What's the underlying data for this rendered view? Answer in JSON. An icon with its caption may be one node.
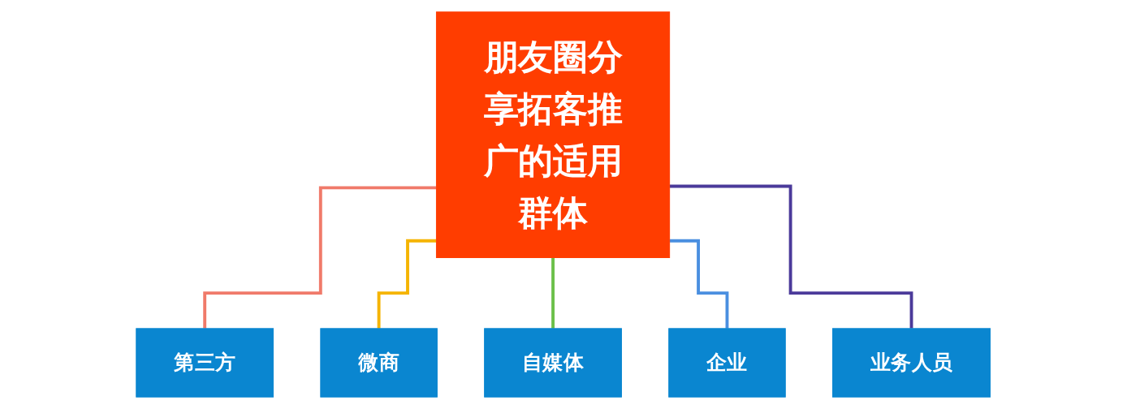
{
  "diagram": {
    "nodes": [
      {
        "text": [
          "朋友圈分享拓客推广的适用群体"
        ]
      },
      {
        "text": [
          "第三方"
        ]
      },
      {
        "text": [
          "微商"
        ]
      },
      {
        "text": [
          "自媒体"
        ]
      },
      {
        "text": [
          "企业"
        ]
      },
      {
        "text": [
          "业务人员"
        ]
      }
    ],
    "edges": [
      {
        "from": 0,
        "to": 1,
        "arrow": "none",
        "color": "#f07a6a"
      },
      {
        "from": 0,
        "to": 2,
        "arrow": "none",
        "color": "#f5b400"
      },
      {
        "from": 0,
        "to": 3,
        "arrow": "none",
        "color": "#6cc04a"
      },
      {
        "from": 0,
        "to": 4,
        "arrow": "none",
        "color": "#4a8fe0"
      },
      {
        "from": 0,
        "to": 5,
        "arrow": "none",
        "color": "#4b3a9a"
      }
    ]
  }
}
